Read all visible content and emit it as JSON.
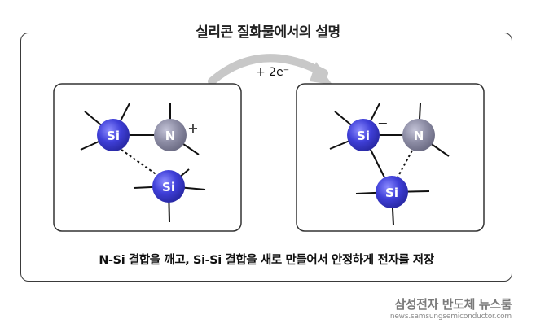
{
  "title": "실리콘 질화물에서의 설명",
  "electron_label": "+ 2e⁻",
  "caption": "N-Si 결합을 깨고, Si-Si 결합을 새로 만들어서 안정하게 전자를 저장",
  "brand": {
    "name": "삼성전자 반도체 뉴스룸",
    "url": "news.samsungsemiconductor.com"
  },
  "before": {
    "atoms": {
      "si_top": "Si",
      "n": "N",
      "si_bottom": "Si"
    },
    "n_charge": "+"
  },
  "after": {
    "atoms": {
      "si_top": "Si",
      "n": "N",
      "si_bottom": "Si"
    },
    "si_charge": "−"
  },
  "colors": {
    "silicon": "#3f3fd8",
    "nitrogen": "#8e8ea6",
    "frame": "#3a3a3a",
    "arrow": "#c8c8c8"
  }
}
